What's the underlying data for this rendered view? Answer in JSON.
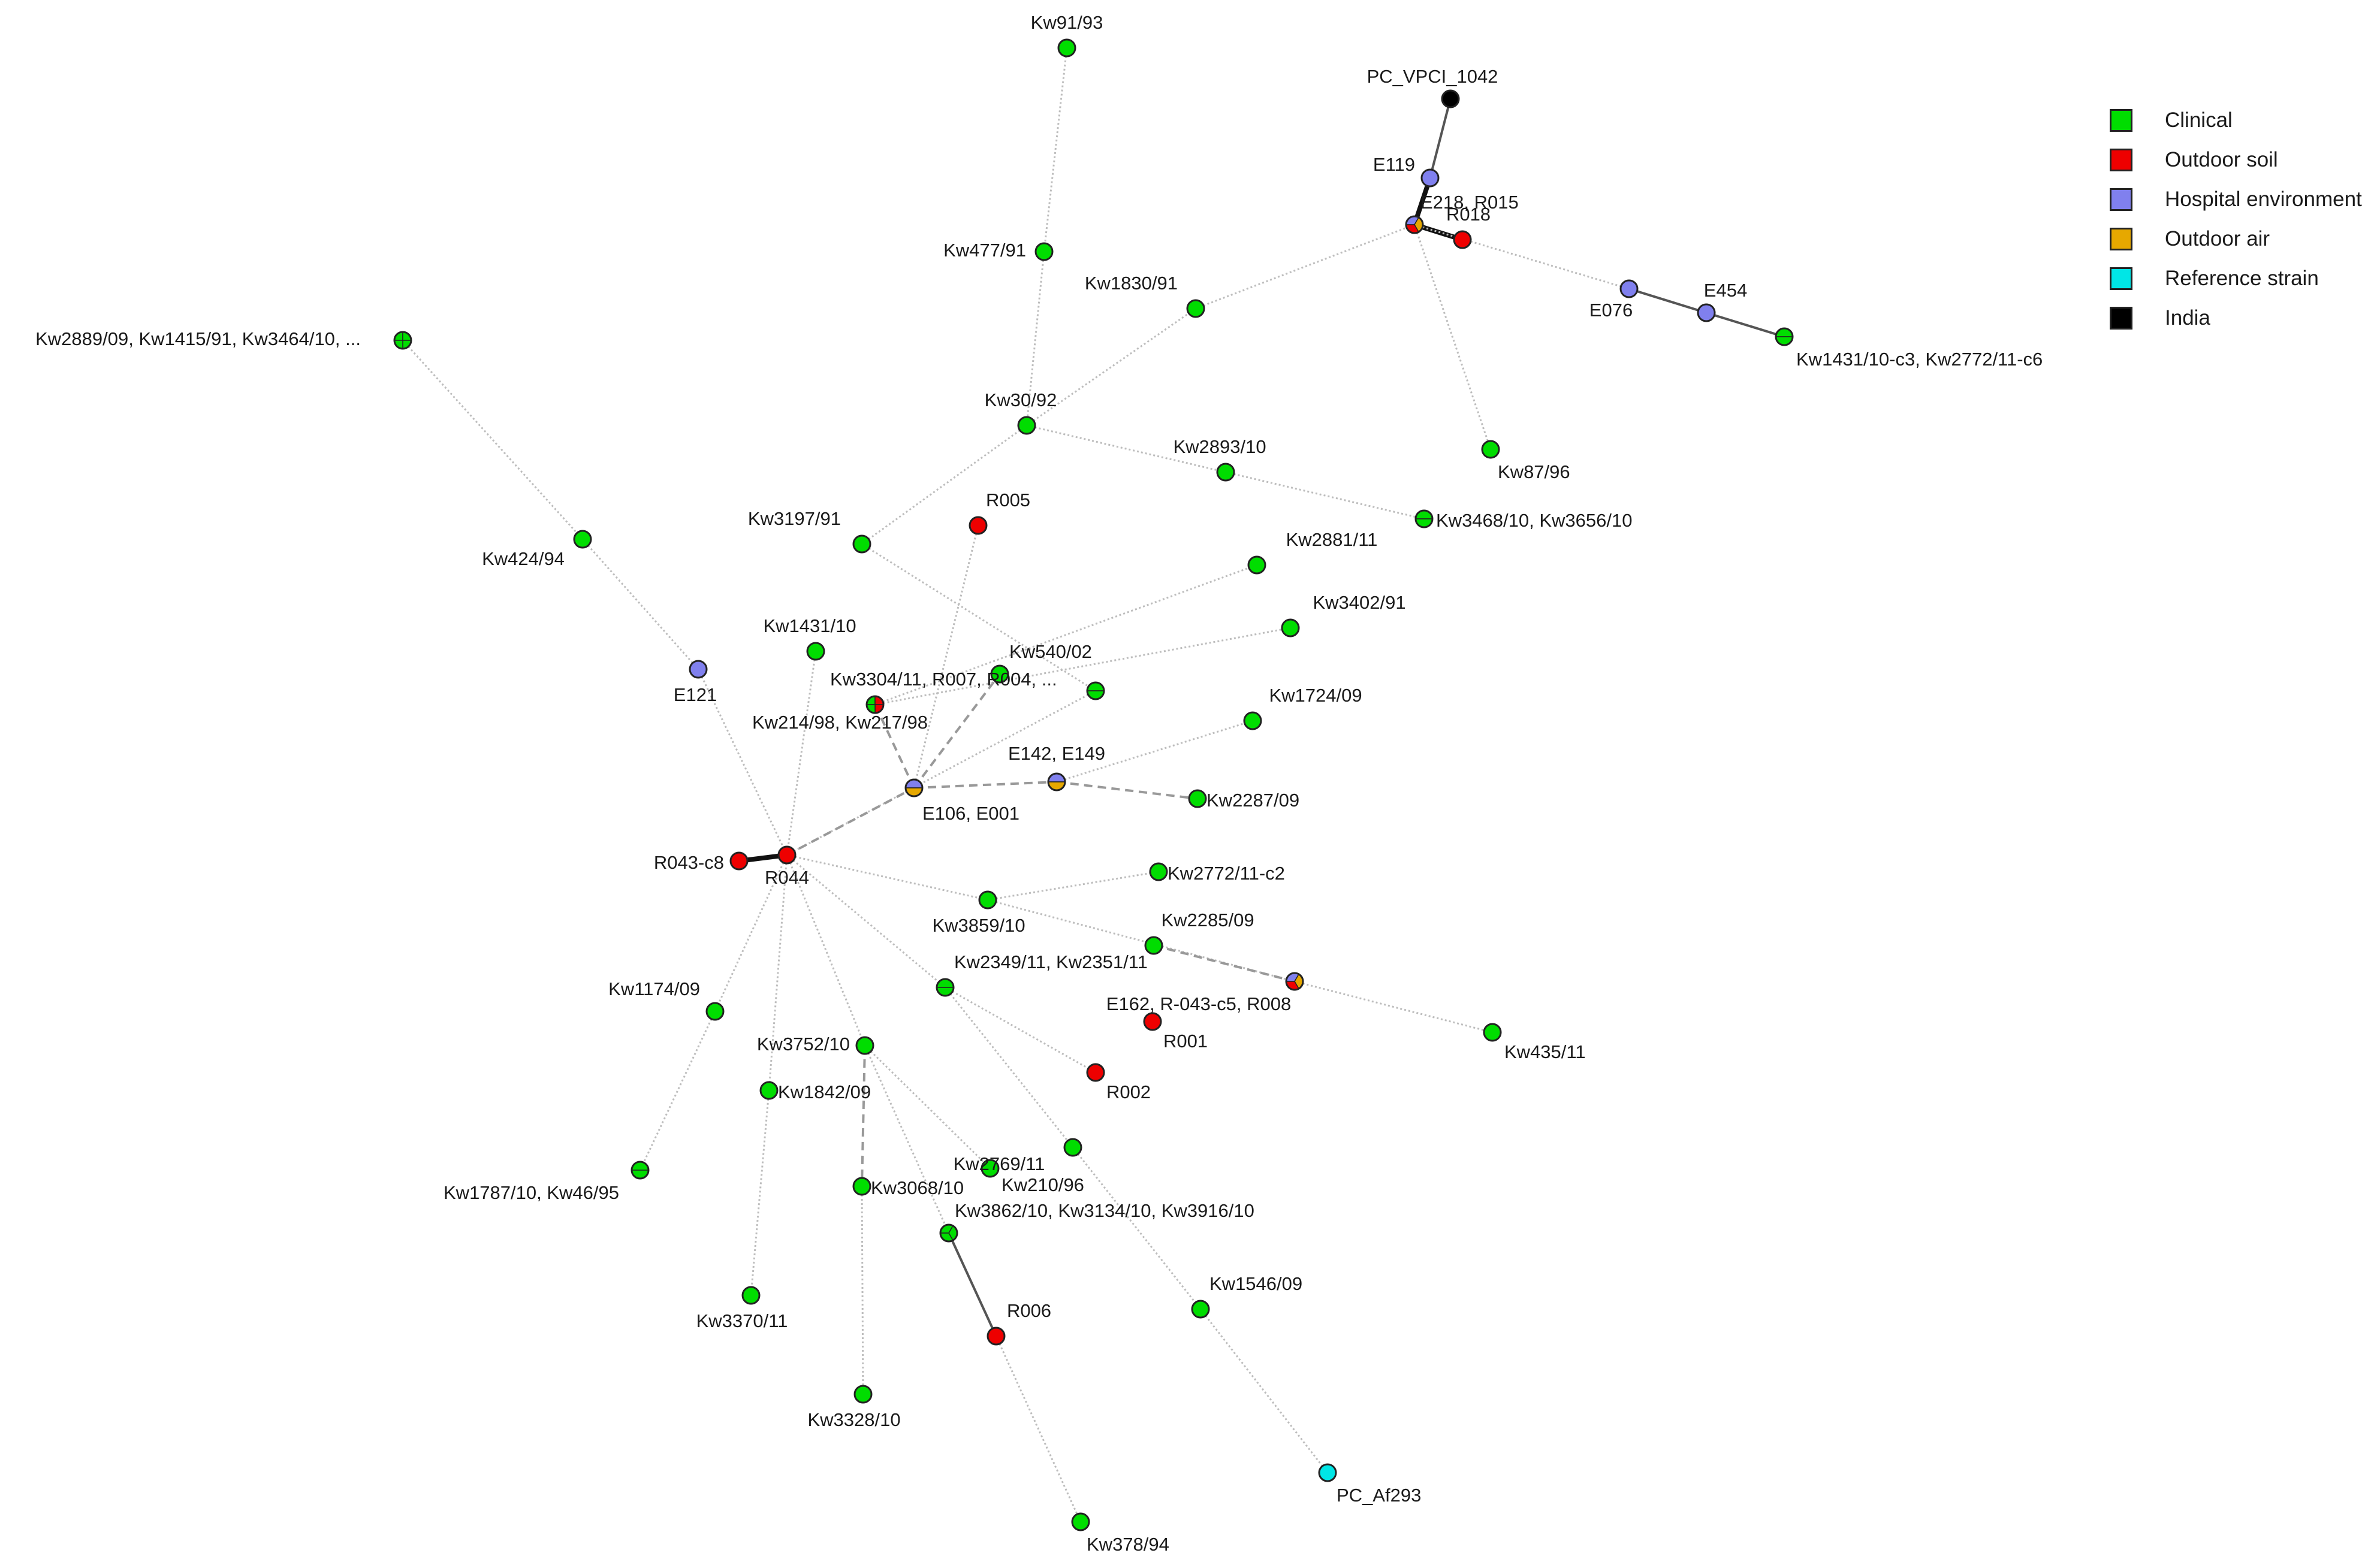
{
  "legend": {
    "clinical": {
      "label": "Clinical",
      "color": "#00dd00"
    },
    "soil": {
      "label": "Outdoor soil",
      "color": "#ee0000"
    },
    "hospital": {
      "label": "Hospital environment",
      "color": "#8080ee"
    },
    "air": {
      "label": "Outdoor air",
      "color": "#e6a800"
    },
    "reference": {
      "label": "Reference strain",
      "color": "#00e6e6"
    },
    "india": {
      "label": "India",
      "color": "#000000"
    }
  },
  "nodes": {
    "kw91_93": {
      "label": "Kw91/93",
      "types": [
        "clinical"
      ]
    },
    "kw477_91": {
      "label": "Kw477/91",
      "types": [
        "clinical"
      ]
    },
    "kw30_92": {
      "label": "Kw30/92",
      "types": [
        "clinical"
      ]
    },
    "kw1830_91": {
      "label": "Kw1830/91",
      "types": [
        "clinical"
      ]
    },
    "pc_vpci": {
      "label": "PC_VPCI_1042",
      "types": [
        "india"
      ]
    },
    "e119": {
      "label": "E119",
      "types": [
        "hospital"
      ]
    },
    "e218": {
      "label": "E218, R015",
      "types": [
        "hospital",
        "air",
        "soil"
      ]
    },
    "r018": {
      "label": "R018",
      "types": [
        "soil"
      ]
    },
    "e076": {
      "label": "E076",
      "types": [
        "hospital"
      ]
    },
    "e454": {
      "label": "E454",
      "types": [
        "hospital"
      ]
    },
    "kw1431c3": {
      "label": "Kw1431/10-c3, Kw2772/11-c6",
      "types": [
        "clinical",
        "clinical"
      ]
    },
    "kw87_96": {
      "label": "Kw87/96",
      "types": [
        "clinical"
      ]
    },
    "kw2893_10": {
      "label": "Kw2893/10",
      "types": [
        "clinical"
      ]
    },
    "kw3468": {
      "label": "Kw3468/10, Kw3656/10",
      "types": [
        "clinical",
        "clinical"
      ]
    },
    "kw2889": {
      "label": "Kw2889/09, Kw1415/91, Kw3464/10, ...",
      "types": [
        "clinical",
        "clinical",
        "clinical",
        "clinical"
      ]
    },
    "kw424_94": {
      "label": "Kw424/94",
      "types": [
        "clinical"
      ]
    },
    "e121": {
      "label": "E121",
      "types": [
        "hospital"
      ]
    },
    "kw3197_91": {
      "label": "Kw3197/91",
      "types": [
        "clinical"
      ]
    },
    "r005": {
      "label": "R005",
      "types": [
        "soil"
      ]
    },
    "kw1431_10": {
      "label": "Kw1431/10",
      "types": [
        "clinical"
      ]
    },
    "kw3304": {
      "label": "Kw3304/11, R007, R004, ...",
      "types": [
        "clinical",
        "soil",
        "soil",
        "clinical"
      ]
    },
    "kw540_02": {
      "label": "Kw540/02",
      "types": [
        "clinical"
      ]
    },
    "kw214": {
      "label": "Kw214/98, Kw217/98",
      "types": [
        "clinical",
        "clinical"
      ]
    },
    "kw2881_11": {
      "label": "Kw2881/11",
      "types": [
        "clinical"
      ]
    },
    "kw3402_91": {
      "label": "Kw3402/91",
      "types": [
        "clinical"
      ]
    },
    "kw1724_09": {
      "label": "Kw1724/09",
      "types": [
        "clinical"
      ]
    },
    "e142": {
      "label": "E142, E149",
      "types": [
        "hospital",
        "air"
      ]
    },
    "kw2287_09": {
      "label": "Kw2287/09",
      "types": [
        "clinical"
      ]
    },
    "e106": {
      "label": "E106, E001",
      "types": [
        "hospital",
        "air"
      ]
    },
    "r043_c8": {
      "label": "R043-c8",
      "types": [
        "soil"
      ]
    },
    "r044": {
      "label": "R044",
      "types": [
        "soil"
      ]
    },
    "kw2772_c2": {
      "label": "Kw2772/11-c2",
      "types": [
        "clinical"
      ]
    },
    "kw3859_10": {
      "label": "Kw3859/10",
      "types": [
        "clinical"
      ]
    },
    "kw2285_09": {
      "label": "Kw2285/09",
      "types": [
        "clinical"
      ]
    },
    "e162": {
      "label": "E162, R-043-c5, R008",
      "types": [
        "hospital",
        "air",
        "soil"
      ]
    },
    "kw435_11": {
      "label": "Kw435/11",
      "types": [
        "clinical"
      ]
    },
    "kw2349": {
      "label": "Kw2349/11, Kw2351/11",
      "types": [
        "clinical",
        "clinical"
      ]
    },
    "r001": {
      "label": "R001",
      "types": [
        "soil"
      ]
    },
    "r002": {
      "label": "R002",
      "types": [
        "soil"
      ]
    },
    "kw1174_09": {
      "label": "Kw1174/09",
      "types": [
        "clinical"
      ]
    },
    "kw3752_10": {
      "label": "Kw3752/10",
      "types": [
        "clinical"
      ]
    },
    "kw1842_09": {
      "label": "Kw1842/09",
      "types": [
        "clinical"
      ]
    },
    "kw1787": {
      "label": "Kw1787/10, Kw46/95",
      "types": [
        "clinical",
        "clinical"
      ]
    },
    "kw3068_10": {
      "label": "Kw3068/10",
      "types": [
        "clinical"
      ]
    },
    "kw2769_11": {
      "label": "Kw2769/11",
      "types": [
        "clinical"
      ]
    },
    "kw210_96": {
      "label": "Kw210/96",
      "types": [
        "clinical"
      ]
    },
    "kw3862": {
      "label": "Kw3862/10, Kw3134/10, Kw3916/10",
      "types": [
        "clinical",
        "clinical",
        "clinical"
      ]
    },
    "kw3370_11": {
      "label": "Kw3370/11",
      "types": [
        "clinical"
      ]
    },
    "r006": {
      "label": "R006",
      "types": [
        "soil"
      ]
    },
    "kw1546_09": {
      "label": "Kw1546/09",
      "types": [
        "clinical"
      ]
    },
    "kw3328_10": {
      "label": "Kw3328/10",
      "types": [
        "clinical"
      ]
    },
    "pc_af293": {
      "label": "PC_Af293",
      "types": [
        "reference"
      ]
    },
    "kw378_94": {
      "label": "Kw378/94",
      "types": [
        "clinical"
      ]
    }
  },
  "edges": [
    {
      "from": "kw91_93",
      "to": "kw477_91",
      "style": "dotted"
    },
    {
      "from": "kw477_91",
      "to": "kw30_92",
      "style": "dotted"
    },
    {
      "from": "kw30_92",
      "to": "kw1830_91",
      "style": "dotted"
    },
    {
      "from": "kw1830_91",
      "to": "e218",
      "style": "dotted"
    },
    {
      "from": "pc_vpci",
      "to": "e119",
      "style": "solid"
    },
    {
      "from": "e119",
      "to": "e218",
      "style": "thick"
    },
    {
      "from": "e218",
      "to": "r018",
      "style": "thick"
    },
    {
      "from": "e218",
      "to": "kw87_96",
      "style": "dotted"
    },
    {
      "from": "e218",
      "to": "e076",
      "style": "dotted"
    },
    {
      "from": "e076",
      "to": "e454",
      "style": "solid"
    },
    {
      "from": "e454",
      "to": "kw1431c3",
      "style": "solid"
    },
    {
      "from": "kw30_92",
      "to": "kw2893_10",
      "style": "dotted"
    },
    {
      "from": "kw2893_10",
      "to": "kw3468",
      "style": "dotted"
    },
    {
      "from": "kw30_92",
      "to": "kw3197_91",
      "style": "dotted"
    },
    {
      "from": "kw3197_91",
      "to": "kw214",
      "style": "dotted"
    },
    {
      "from": "kw2889",
      "to": "kw424_94",
      "style": "dotted"
    },
    {
      "from": "kw424_94",
      "to": "e121",
      "style": "dotted"
    },
    {
      "from": "e121",
      "to": "r044",
      "style": "dotted"
    },
    {
      "from": "r005",
      "to": "e106",
      "style": "dotted"
    },
    {
      "from": "kw1431_10",
      "to": "r044",
      "style": "dotted"
    },
    {
      "from": "kw214",
      "to": "r044",
      "style": "dotted"
    },
    {
      "from": "r044",
      "to": "e106",
      "style": "dashed"
    },
    {
      "from": "e106",
      "to": "kw540_02",
      "style": "dashed"
    },
    {
      "from": "e106",
      "to": "kw3304",
      "style": "dashed"
    },
    {
      "from": "kw3304",
      "to": "kw2881_11",
      "style": "dotted"
    },
    {
      "from": "kw3304",
      "to": "kw3402_91",
      "style": "dotted"
    },
    {
      "from": "e106",
      "to": "e142",
      "style": "dashed"
    },
    {
      "from": "e142",
      "to": "kw2287_09",
      "style": "dashed"
    },
    {
      "from": "e142",
      "to": "kw1724_09",
      "style": "dotted"
    },
    {
      "from": "r043_c8",
      "to": "r044",
      "style": "thick"
    },
    {
      "from": "r044",
      "to": "kw3859_10",
      "style": "dotted"
    },
    {
      "from": "kw3859_10",
      "to": "kw2772_c2",
      "style": "dotted"
    },
    {
      "from": "kw3859_10",
      "to": "e162",
      "style": "dotted"
    },
    {
      "from": "kw2285_09",
      "to": "e162",
      "style": "dashed"
    },
    {
      "from": "e162",
      "to": "kw435_11",
      "style": "dotted"
    },
    {
      "from": "r044",
      "to": "kw2349",
      "style": "dotted"
    },
    {
      "from": "kw2349",
      "to": "r002",
      "style": "dotted"
    },
    {
      "from": "kw2349",
      "to": "kw210_96",
      "style": "dotted"
    },
    {
      "from": "kw210_96",
      "to": "kw1546_09",
      "style": "dotted"
    },
    {
      "from": "kw1546_09",
      "to": "pc_af293",
      "style": "dotted"
    },
    {
      "from": "r044",
      "to": "kw1174_09",
      "style": "dotted"
    },
    {
      "from": "kw1174_09",
      "to": "kw1787",
      "style": "dotted"
    },
    {
      "from": "r044",
      "to": "kw1842_09",
      "style": "dotted"
    },
    {
      "from": "kw1842_09",
      "to": "kw3370_11",
      "style": "dotted"
    },
    {
      "from": "r044",
      "to": "kw3752_10",
      "style": "dotted"
    },
    {
      "from": "kw3752_10",
      "to": "kw3068_10",
      "style": "dashed"
    },
    {
      "from": "kw3068_10",
      "to": "kw3328_10",
      "style": "dotted"
    },
    {
      "from": "kw3752_10",
      "to": "kw2769_11",
      "style": "dotted"
    },
    {
      "from": "kw3752_10",
      "to": "kw3862",
      "style": "dotted"
    },
    {
      "from": "kw3862",
      "to": "r006",
      "style": "solid"
    },
    {
      "from": "r006",
      "to": "kw378_94",
      "style": "dotted"
    }
  ]
}
